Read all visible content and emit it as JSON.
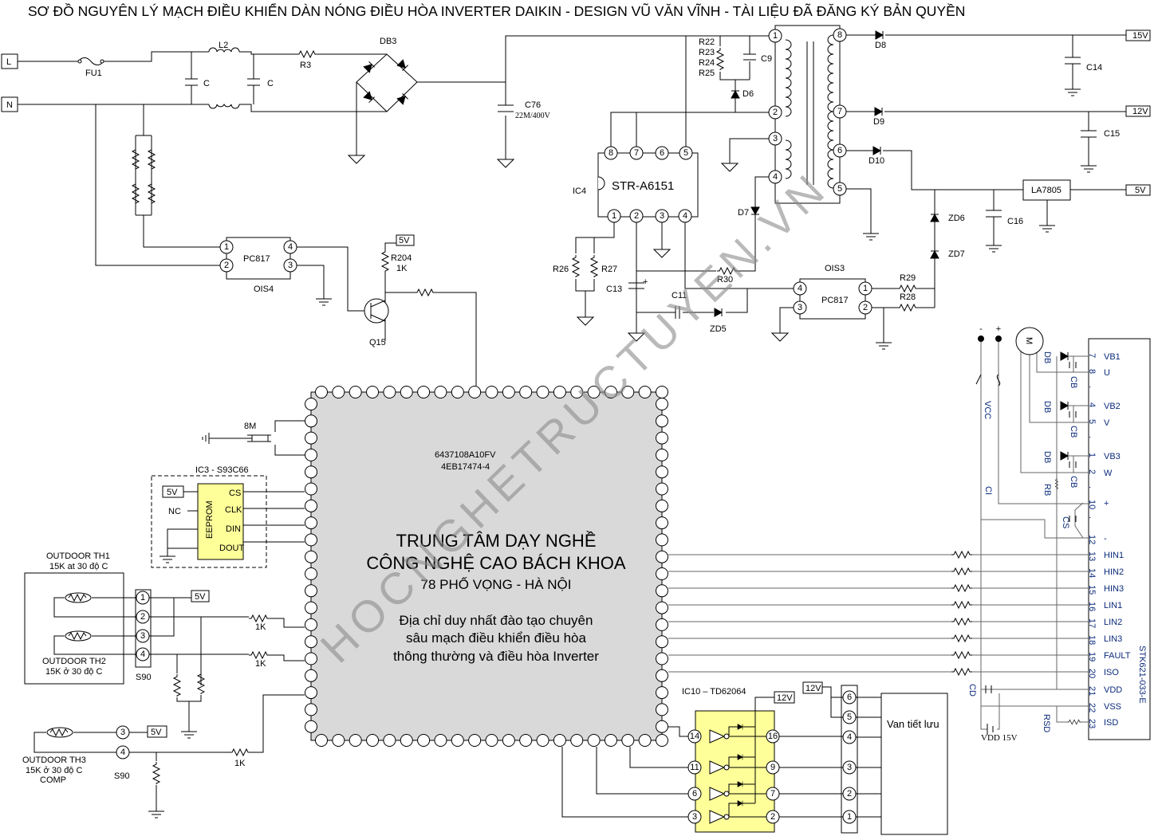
{
  "title": "SƠ ĐỒ NGUYÊN LÝ MẠCH ĐIỀU KHIỂN DÀN NÓNG ĐIỀU HÒA INVERTER DAIKIN -  DESIGN VŨ VĂN VĨNH - TÀI LIỆU ĐÃ ĐĂNG KÝ BẢN QUYỀN",
  "watermark": "HOCNGHETRUCTUYEN.VN",
  "power": {
    "L": "L",
    "N": "N",
    "fuse": "FU1",
    "inductor": "L2",
    "cap1": "C",
    "cap2": "C",
    "r3": "R3",
    "bridge": "DB3",
    "c76": "C76",
    "c76_value": "22M/400V"
  },
  "ois4": {
    "chip": "PC817",
    "name": "OIS4",
    "pins": [
      "1",
      "2",
      "4",
      "3"
    ],
    "r204": "R204",
    "r204_value": "1K",
    "vcc": "5V",
    "transistor": "Q15"
  },
  "smps": {
    "r22": "R22",
    "r23": "R23",
    "r24": "R24",
    "r25": "R25",
    "c9": "C9",
    "d6": "D6",
    "d7": "D7",
    "ic_ref": "IC4",
    "ic_name": "STR-A6151",
    "ic_pins": [
      "8",
      "7",
      "6",
      "5",
      "1",
      "2",
      "3",
      "4"
    ],
    "r26": "R26",
    "r27": "R27",
    "r30": "R30",
    "c13": "C13",
    "c13_plus": "+",
    "c11": "C11",
    "zd5": "ZD5",
    "transformer_pins": [
      "1",
      "2",
      "3",
      "4",
      "8",
      "7",
      "6",
      "5"
    ],
    "ois3": "OIS3",
    "ois3_chip": "PC817",
    "ois3_pins": [
      "4",
      "3",
      "1",
      "2"
    ],
    "r29": "R29",
    "r28": "R28",
    "zd6": "ZD6",
    "zd7": "ZD7",
    "d8": "D8",
    "d9": "D9",
    "d10": "D10",
    "c14": "C14",
    "c15": "C15",
    "c16": "C16",
    "regulator": "LA7805",
    "out_15v": "15V",
    "out_12v": "12V",
    "out_5v": "5V"
  },
  "mcu": {
    "part1": "6437108A10FV",
    "part2": "4EB17474-4",
    "line1": "TRUNG TÂM DẠY NGHỀ",
    "line2": "CÔNG NGHỆ CAO BÁCH KHOA",
    "line3": "78 PHỐ VỌNG - HÀ NỘI",
    "line4": "Địa chỉ duy nhất đào tạo chuyên",
    "line5": "sâu mạch điều khiển điều hòa",
    "line6": "thông thường và điều hòa Inverter",
    "crystal": "8M"
  },
  "eeprom": {
    "title": "IC3 - S93C66",
    "label": "EEPROM",
    "cs": "CS",
    "clk": "CLK",
    "din": "DIN",
    "dout": "DOUT",
    "vcc": "5V",
    "nc": "NC"
  },
  "thermistors": {
    "th1": "OUTDOOR TH1",
    "th1_spec": "15K at 30 độ C",
    "th2": "OUTDOOR TH2",
    "th2_spec": "15K ở 30 độ C",
    "connector": "S90",
    "pins": [
      "1",
      "2",
      "3",
      "4"
    ],
    "vcc": "5V",
    "r1": "1K",
    "r2": "1K",
    "th3": "OUTDOOR TH3",
    "th3_spec": "15K ở 30 độ C",
    "th3_use": "COMP",
    "th3_connector": "S90",
    "th3_pins": [
      "3",
      "4"
    ],
    "th3_vcc": "5V",
    "r3": "1K"
  },
  "driver": {
    "title": "IC10 – TD62064",
    "vcc": "12V",
    "left_pins": [
      "14",
      "11",
      "6",
      "3"
    ],
    "right_pins": [
      "16",
      "9",
      "7",
      "2"
    ],
    "conn_vcc": "12V",
    "conn_pins": [
      "6",
      "5",
      "4",
      "3",
      "2",
      "1"
    ],
    "valve": "Van tiết lưu"
  },
  "ipm": {
    "name": "STK621-033-E",
    "motor": "M",
    "db": "DB",
    "cb": "CB",
    "vcc": "VCC",
    "ci": "CI",
    "rb": "RB",
    "cs": "CS",
    "cd": "CD",
    "rsd": "RSD",
    "vdd_supply": "VDD 15V",
    "minus": "-",
    "plus": "+",
    "pins": [
      {
        "num": "7",
        "name": "VB1"
      },
      {
        "num": "8",
        "name": "U"
      },
      {
        "num": ".",
        "name": ""
      },
      {
        "num": "4",
        "name": "VB2"
      },
      {
        "num": "5",
        "name": "V"
      },
      {
        "num": ".",
        "name": ""
      },
      {
        "num": "1",
        "name": "VB3"
      },
      {
        "num": "2",
        "name": "W"
      },
      {
        "num": ".",
        "name": ""
      },
      {
        "num": "10",
        "name": "+"
      },
      {
        "num": ".",
        "name": ""
      },
      {
        "num": "12",
        "name": "-"
      },
      {
        "num": "13",
        "name": "HIN1"
      },
      {
        "num": "14",
        "name": "HIN2"
      },
      {
        "num": "15",
        "name": "HIN3"
      },
      {
        "num": "16",
        "name": "LIN1"
      },
      {
        "num": "17",
        "name": "LIN2"
      },
      {
        "num": "18",
        "name": "LIN3"
      },
      {
        "num": "19",
        "name": "FAULT"
      },
      {
        "num": "20",
        "name": "ISO"
      },
      {
        "num": "21",
        "name": "VDD"
      },
      {
        "num": "22",
        "name": "VSS"
      },
      {
        "num": "23",
        "name": "ISD"
      }
    ]
  },
  "colors": {
    "mcu_fill": "#d9d9d9",
    "ic_fill": "#ffff99",
    "label_blue": "#0a2a7a"
  }
}
